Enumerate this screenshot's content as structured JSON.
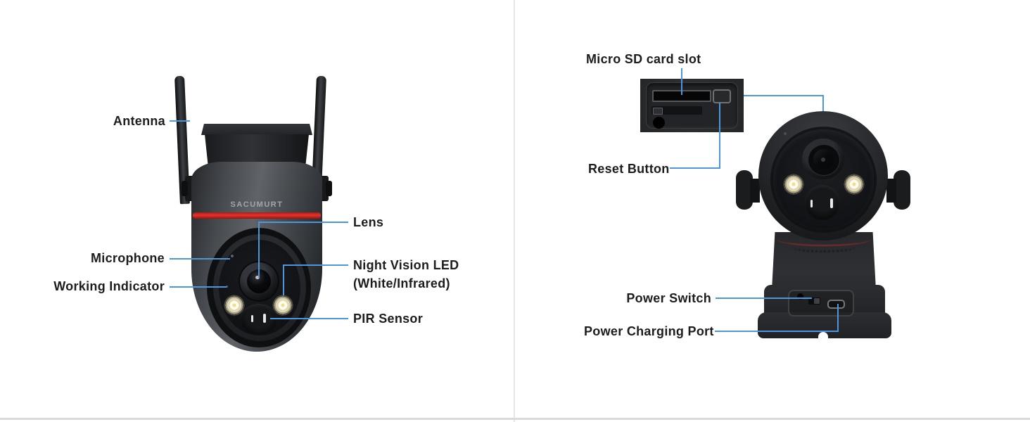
{
  "style": {
    "accent_color": "#4d96dd",
    "label_color": "#1c1c1c",
    "brand_stripe_red": "#e8322b",
    "divider_color": "#e7e7e7",
    "background": "#ffffff"
  },
  "brand": "SACUMURT",
  "front_view": {
    "labels": {
      "antenna": "Antenna",
      "microphone": "Microphone",
      "working_indicator": "Working Indicator",
      "lens": "Lens",
      "night_vision_led": "Night Vision LED",
      "night_vision_led_sub": "(White/Infrared)",
      "pir_sensor": "PIR Sensor"
    }
  },
  "back_view": {
    "labels": {
      "micro_sd_card_slot": "Micro SD card slot",
      "reset_button": "Reset Button",
      "power_switch": "Power Switch",
      "power_charging_port": "Power Charging Port"
    }
  }
}
